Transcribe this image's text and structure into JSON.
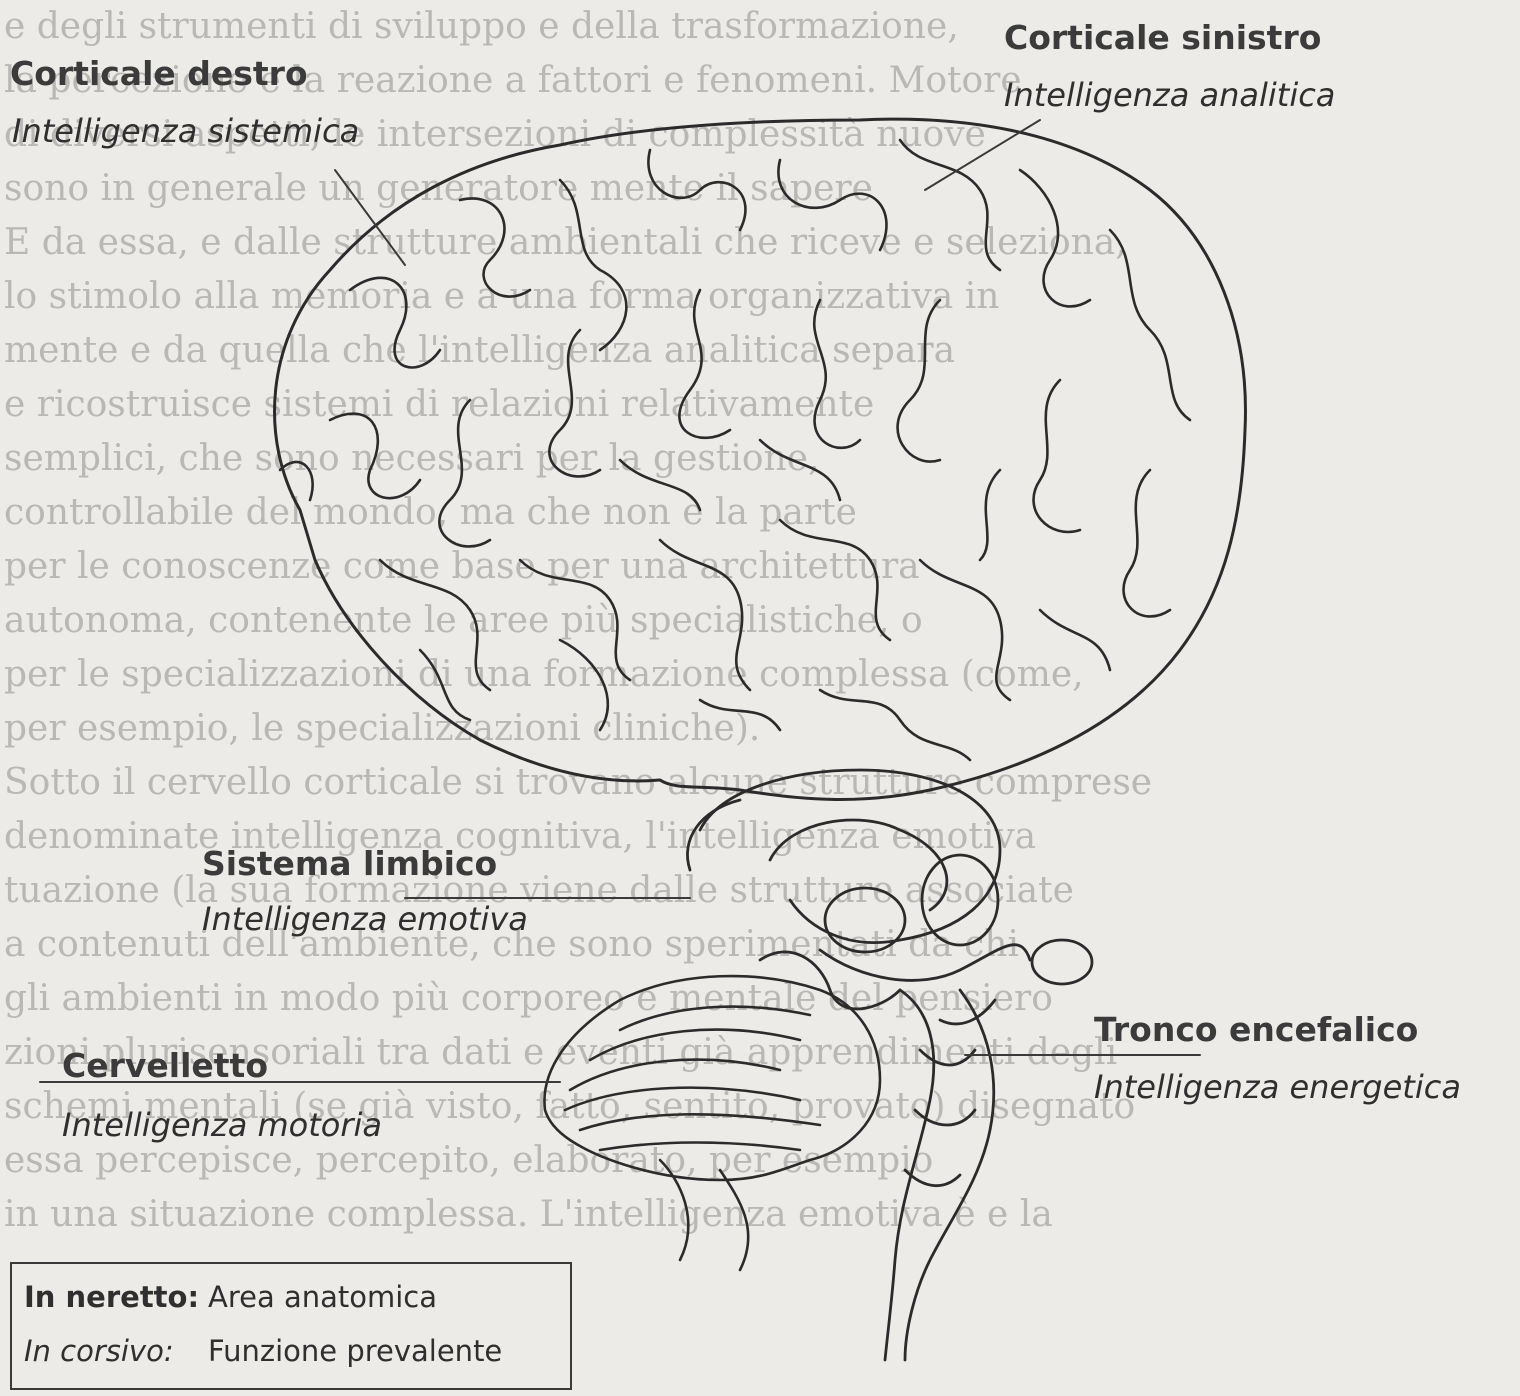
{
  "background_text": [
    "e degli strumenti di sviluppo e della trasformazione,",
    "la percezione e la reazione a fattori e fenomeni. Motore",
    "di diversi aspetti, le intersezioni di complessità nuove",
    "sono in generale un generatore mente il sapere",
    "E da essa, e dalle strutture ambientali che riceve e seleziona,",
    "lo stimolo alla memoria e a una forma organizzativa in",
    "mente e da quella che l'intelligenza analitica separa",
    "e ricostruisce sistemi di relazioni relativamente",
    "semplici, che sono necessari per la gestione,",
    "controllabile del mondo, ma che non è la parte",
    "per le conoscenze come base per una architettura",
    "autonoma, contenente le aree più specialistiche, o",
    "per le specializzazioni di una formazione complessa (come,",
    "per esempio, le specializzazioni cliniche).",
    "Sotto il cervello corticale si trovano alcune strutture comprese",
    "denominate intelligenza cognitiva, l'intelligenza emotiva",
    "tuazione (la sua formazione viene dalle strutture associate",
    "a contenuti dell'ambiente, che sono sperimentati da chi",
    "gli ambienti in modo più corporeo e mentale del pensiero",
    "zioni plurisensoriali tra dati e eventi già apprendimenti degli",
    "schemi mentali (se già visto, fatto, sentito, provato) disegnato",
    "essa percepisce, percepito, elaborato, per esempio",
    "in una situazione complessa. L'intelligenza emotiva è e la"
  ],
  "labels": {
    "corticale_destro": {
      "area": "Corticale destro",
      "func": "Intelligenza sistemica"
    },
    "corticale_sinistro": {
      "area": "Corticale sinistro",
      "func": "Intelligenza analitica"
    },
    "sistema_limbico": {
      "area": "Sistema limbico",
      "func": "Intelligenza emotiva"
    },
    "cervelletto": {
      "area": "Cervelletto",
      "func": "Intelligenza motoria"
    },
    "tronco_encefalico": {
      "area": "Tronco encefalico",
      "func": "Intelligenza energetica"
    }
  },
  "legend": {
    "bold_key": "In neretto:",
    "bold_value": "Area anatomica",
    "italic_key": "In corsivo:",
    "italic_value": "Funzione prevalente"
  }
}
